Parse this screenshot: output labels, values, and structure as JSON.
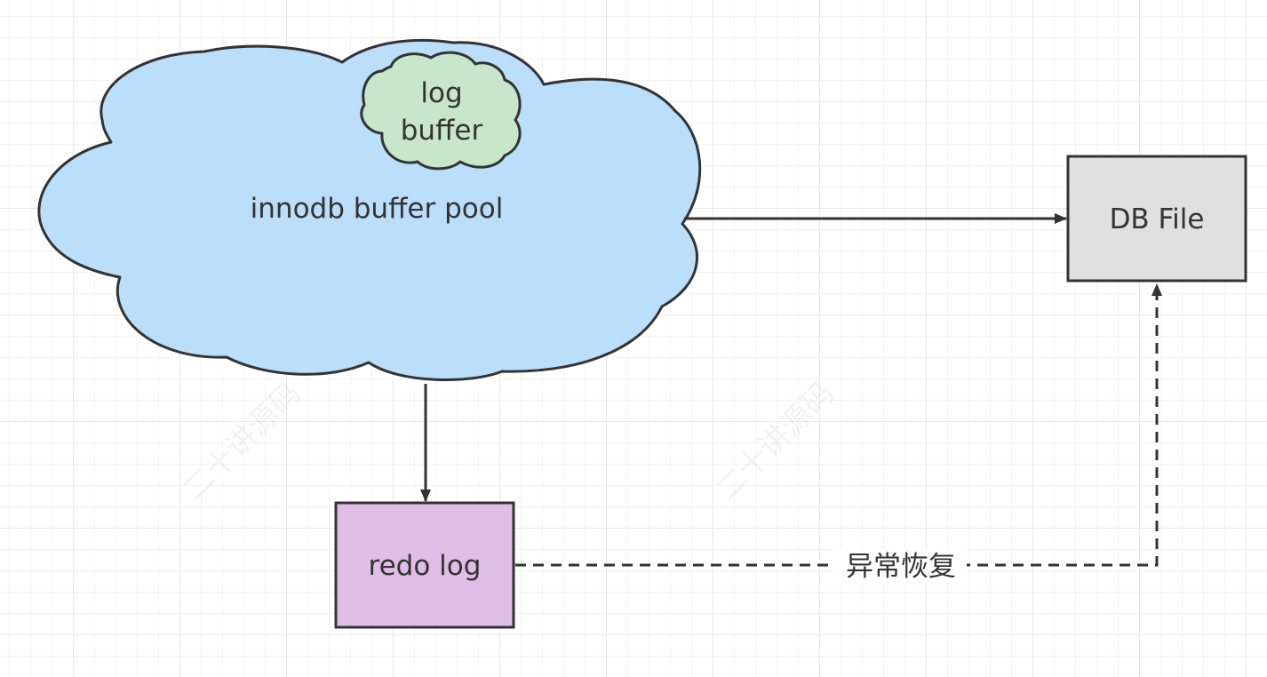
{
  "nodes": {
    "buffer_pool": {
      "label": "innodb buffer pool",
      "fill": "#bbdefb"
    },
    "log_buffer": {
      "line1": "log",
      "line2": "buffer",
      "fill": "#c8e6c9"
    },
    "db_file": {
      "label": "DB File",
      "fill": "#e0e0e0"
    },
    "redo_log": {
      "label": "redo log",
      "fill": "#e1bee7"
    }
  },
  "edges": {
    "recovery": {
      "label": "异常恢复"
    }
  },
  "watermarks": [
    "二十讲源码",
    "二十讲源码"
  ],
  "colors": {
    "stroke": "#333333"
  }
}
